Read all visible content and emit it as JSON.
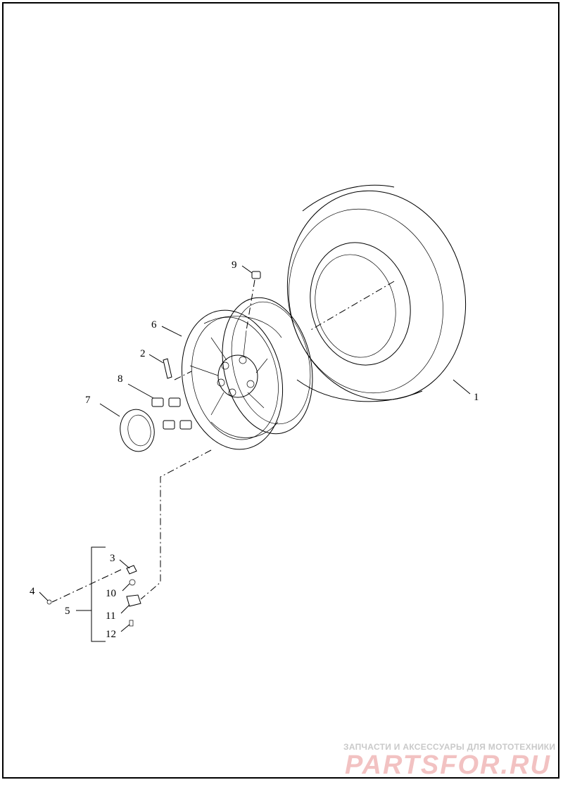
{
  "callouts": [
    {
      "id": "1",
      "label": "1"
    },
    {
      "id": "2",
      "label": "2"
    },
    {
      "id": "3",
      "label": "3"
    },
    {
      "id": "4",
      "label": "4"
    },
    {
      "id": "5",
      "label": "5"
    },
    {
      "id": "6",
      "label": "6"
    },
    {
      "id": "7",
      "label": "7"
    },
    {
      "id": "8",
      "label": "8"
    },
    {
      "id": "9",
      "label": "9"
    },
    {
      "id": "10",
      "label": "10"
    },
    {
      "id": "11",
      "label": "11"
    },
    {
      "id": "12",
      "label": "12"
    }
  ],
  "watermark": {
    "tagline": "ЗАПЧАСТИ И АКСЕССУАРЫ ДЛЯ МОТОТЕХНИКИ",
    "brand": "PARTSFOR.RU"
  }
}
